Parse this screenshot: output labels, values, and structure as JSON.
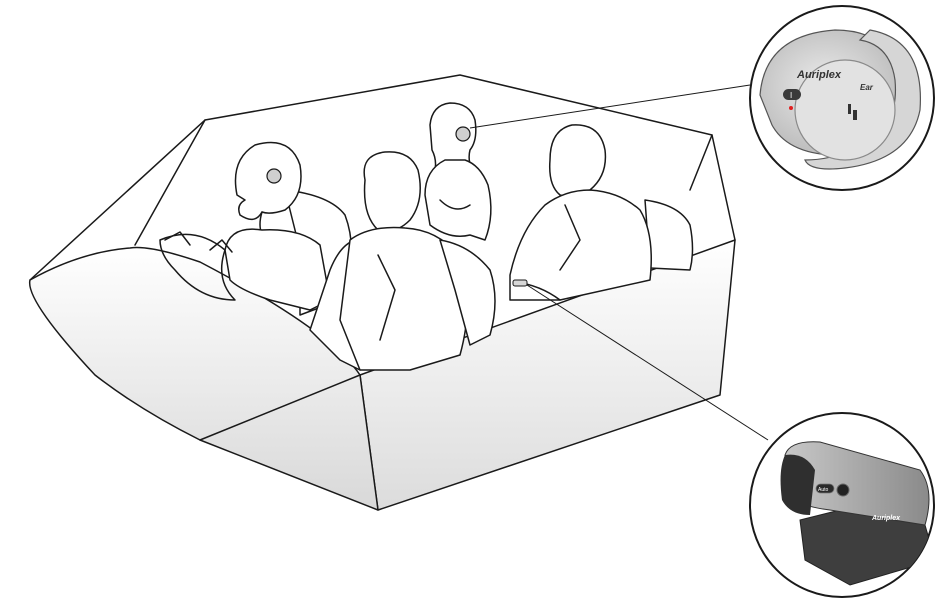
{
  "callout_top": {
    "brand": "Auriplex",
    "model": "Ear",
    "button_label": "I"
  },
  "callout_bottom": {
    "brand": "Auriplex",
    "button_label": "Auto"
  },
  "colors": {
    "line": "#1a1a1a",
    "device_grey": "#cfcfcf",
    "device_dark": "#3a3a3a",
    "indicator_red": "#e02020"
  }
}
